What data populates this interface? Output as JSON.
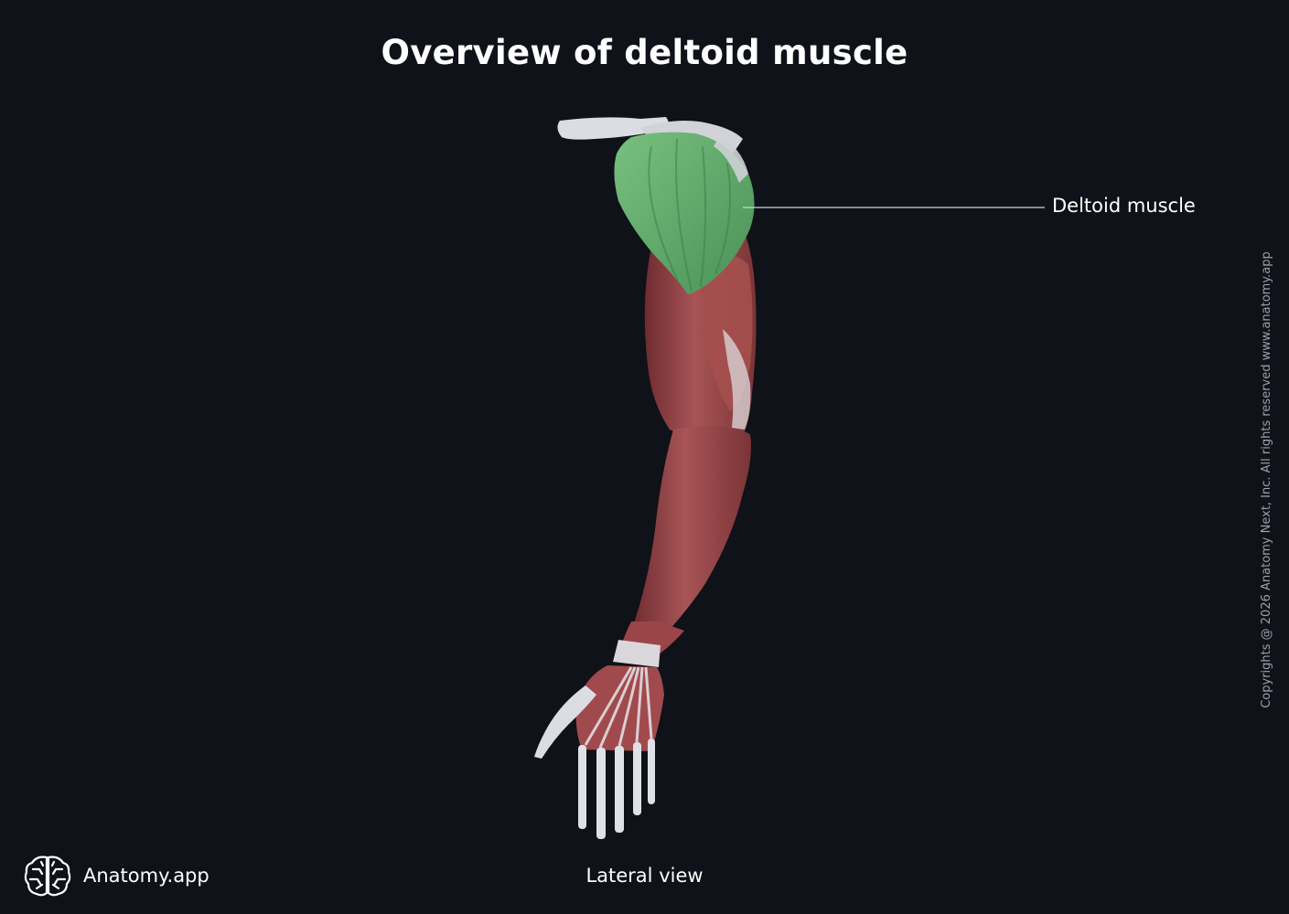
{
  "title": "Overview of deltoid muscle",
  "labels": {
    "deltoid": "Deltoid muscle"
  },
  "view": "Lateral view",
  "brand": {
    "name": "Anatomy.app"
  },
  "copyright": "Copyrights @ 2026 Anatomy Next, Inc. All rights reserved www.anatomy.app",
  "colors": {
    "background": "#0f1218",
    "deltoid_highlight": "#5fa86b",
    "muscle": "#9c4a4c",
    "bone": "#dcdde2"
  }
}
